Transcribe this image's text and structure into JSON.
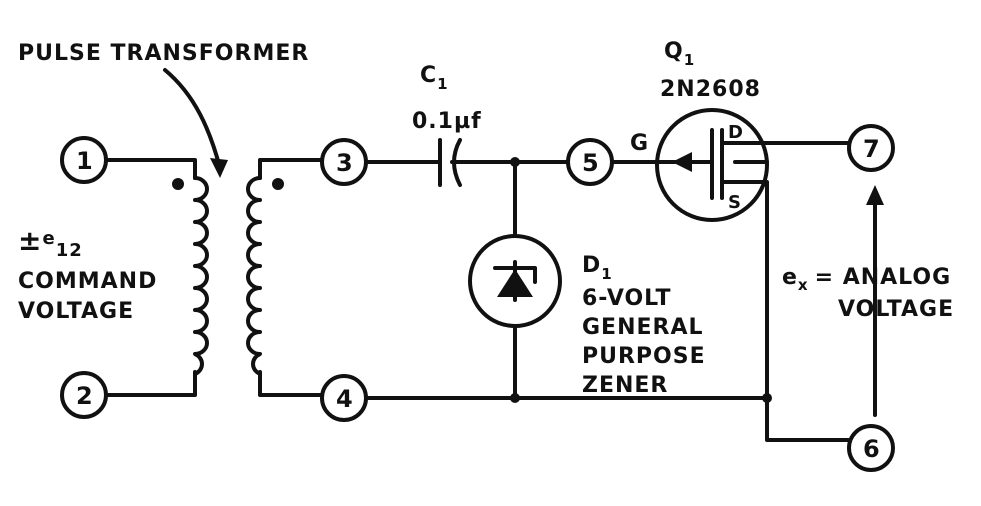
{
  "transformer_label": "PULSE TRANSFORMER",
  "capacitor": {
    "name": "C",
    "sub": "1",
    "value": "0.1µf"
  },
  "transistor": {
    "name": "Q",
    "sub": "1",
    "part": "2N2608",
    "gate": "G",
    "drain": "D",
    "source": "S"
  },
  "zener": {
    "name": "D",
    "sub": "1",
    "lines": [
      "6-VOLT",
      "GENERAL",
      "PURPOSE",
      "ZENER"
    ]
  },
  "command": {
    "sign": "±",
    "symbol": "e",
    "sub": "12",
    "line1": "COMMAND",
    "line2": "VOLTAGE"
  },
  "analog": {
    "symbol": "e",
    "sub": "x",
    "eq": "= ANALOG",
    "line2": "VOLTAGE"
  },
  "nodes": [
    "1",
    "2",
    "3",
    "4",
    "5",
    "6",
    "7"
  ]
}
